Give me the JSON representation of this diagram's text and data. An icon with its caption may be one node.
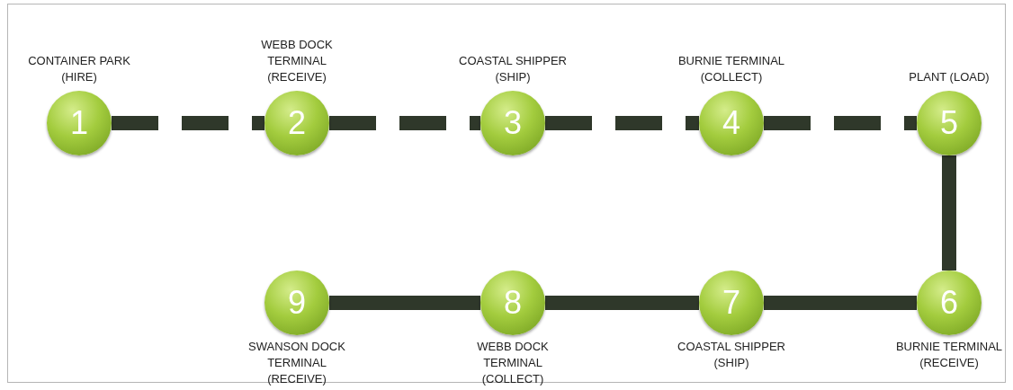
{
  "diagram": {
    "nodes": [
      {
        "text": [
          "1"
        ],
        "beside": [
          "CONTAINER PARK (HIRE)"
        ]
      },
      {
        "text": [
          "2"
        ],
        "beside": [
          "WEBB DOCK TERMINAL (RECEIVE)"
        ]
      },
      {
        "text": [
          "3"
        ],
        "beside": [
          "COASTAL SHIPPER (SHIP)"
        ]
      },
      {
        "text": [
          "4"
        ],
        "beside": [
          "BURNIE TERMINAL (COLLECT)"
        ]
      },
      {
        "text": [
          "5"
        ],
        "beside": [
          "PLANT (LOAD)"
        ]
      },
      {
        "text": [
          "6"
        ],
        "beside": [
          "BURNIE TERMINAL (RECEIVE)"
        ]
      },
      {
        "text": [
          "7"
        ],
        "beside": [
          "COASTAL SHIPPER (SHIP)"
        ]
      },
      {
        "text": [
          "8"
        ],
        "beside": [
          "WEBB DOCK TERMINAL (COLLECT)"
        ]
      },
      {
        "text": [
          "9"
        ],
        "beside": [
          "SWANSON DOCK TERMINAL (RECEIVE)"
        ]
      }
    ],
    "edges": [
      {
        "from": 0,
        "to": 1,
        "arrow": "none",
        "style": "dashed"
      },
      {
        "from": 1,
        "to": 2,
        "arrow": "none",
        "style": "dashed"
      },
      {
        "from": 2,
        "to": 3,
        "arrow": "none",
        "style": "dashed"
      },
      {
        "from": 3,
        "to": 4,
        "arrow": "none",
        "style": "dashed"
      },
      {
        "from": 4,
        "to": 5,
        "arrow": "none"
      },
      {
        "from": 5,
        "to": 6,
        "arrow": "none"
      },
      {
        "from": 6,
        "to": 7,
        "arrow": "none"
      },
      {
        "from": 7,
        "to": 8,
        "arrow": "none"
      }
    ]
  }
}
